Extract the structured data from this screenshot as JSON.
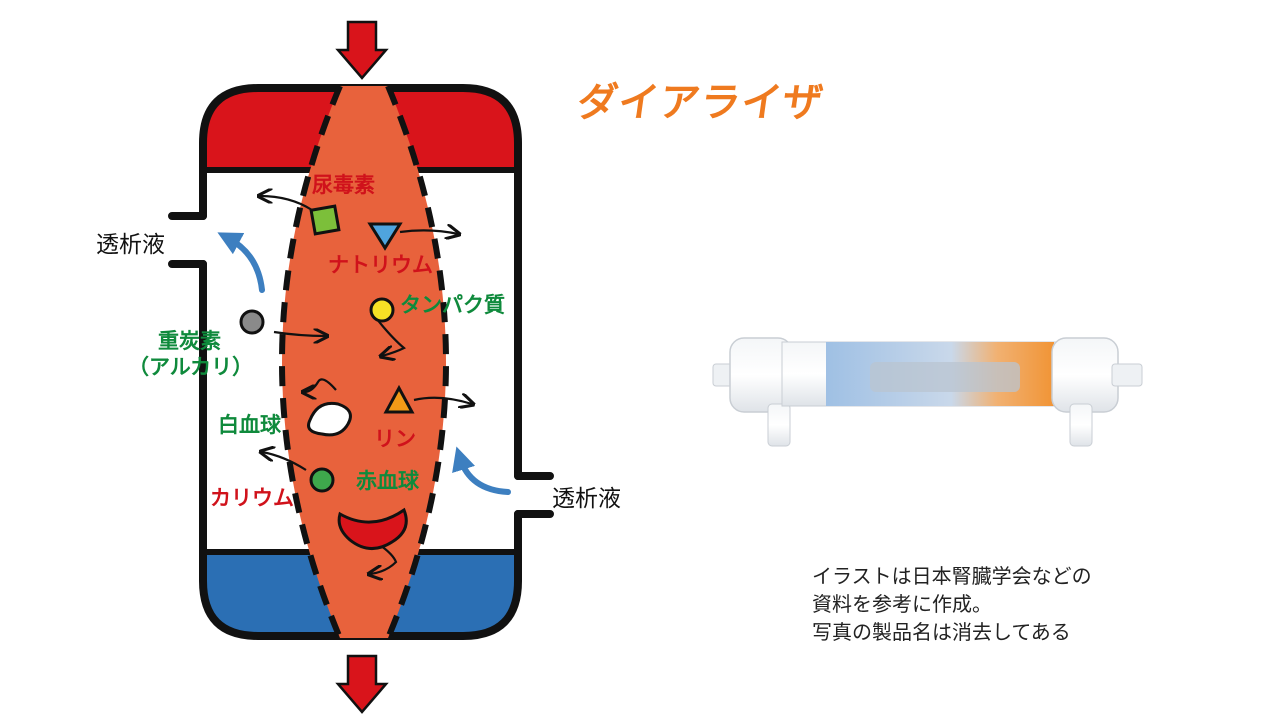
{
  "title": "ダイアライザ",
  "labels": {
    "dialysate_in": "透析液",
    "dialysate_out": "透析液",
    "uremic_toxin": "尿毒素",
    "sodium": "ナトリウム",
    "protein": "タンパク質",
    "bicarbonate_line1": "重炭素",
    "bicarbonate_line2": "（アルカリ）",
    "white_blood_cell": "白血球",
    "phosphorus": "リン",
    "red_blood_cell": "赤血球",
    "potassium": "カリウム"
  },
  "caption": {
    "line1": "イラストは日本腎臓学会などの",
    "line2": "資料を参考に作成。",
    "line3": "写真の製品名は消去してある"
  },
  "colors": {
    "arterial_red": "#d9141b",
    "venous_blue": "#2b6fb4",
    "blood_orange": "#e8623c",
    "label_red": "#d0121b",
    "label_green": "#0f8a3c",
    "title_orange": "#ef7a1f",
    "arrow_blue": "#3d7fc0"
  }
}
